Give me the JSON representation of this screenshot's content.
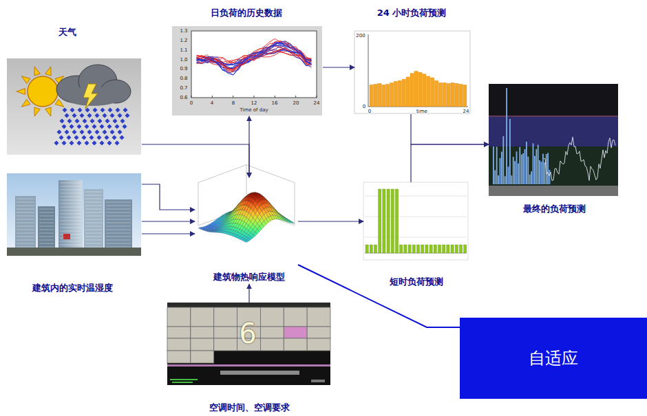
{
  "diagram": {
    "nodes": [
      {
        "text": [
          "天气"
        ]
      },
      {
        "text": [
          "日负荷的历史数据"
        ]
      },
      {
        "text": [
          "24 小时负荷预测"
        ]
      },
      {
        "text": [
          "最终的负荷预测"
        ]
      },
      {
        "text": [
          "建筑内的实时温湿度"
        ]
      },
      {
        "text": [
          "建筑物热响应模型"
        ]
      },
      {
        "text": [
          "短时负荷预测"
        ]
      },
      {
        "text": [
          "空调时间、空调要求"
        ]
      },
      {
        "text": [
          "自适应"
        ]
      }
    ],
    "edges": [
      {
        "from": 0,
        "to": 5,
        "arrow": "to"
      },
      {
        "from": 1,
        "to": 5,
        "arrow": "both"
      },
      {
        "from": 4,
        "to": 5,
        "arrow": "to"
      },
      {
        "from": 4,
        "to": 5,
        "arrow": "to"
      },
      {
        "from": 4,
        "to": 5,
        "arrow": "to"
      },
      {
        "from": 7,
        "to": 5,
        "arrow": "to"
      },
      {
        "from": 1,
        "to": 2,
        "arrow": "to"
      },
      {
        "from": 5,
        "to": 6,
        "arrow": "to"
      },
      {
        "from": 2,
        "to": 3,
        "arrow": "to"
      },
      {
        "from": 6,
        "to": 3,
        "arrow": "to"
      },
      {
        "from": 5,
        "to": 8,
        "arrow": "none"
      }
    ],
    "labels": [
      "1.3",
      "1.2",
      "1.1",
      "1.0",
      "0.9",
      "0.8",
      "0.7",
      "0.6",
      "0",
      "4",
      "8",
      "12",
      "16",
      "20",
      "24",
      "Time of day",
      "200",
      "0",
      "0",
      "time",
      "24",
      "6"
    ]
  }
}
